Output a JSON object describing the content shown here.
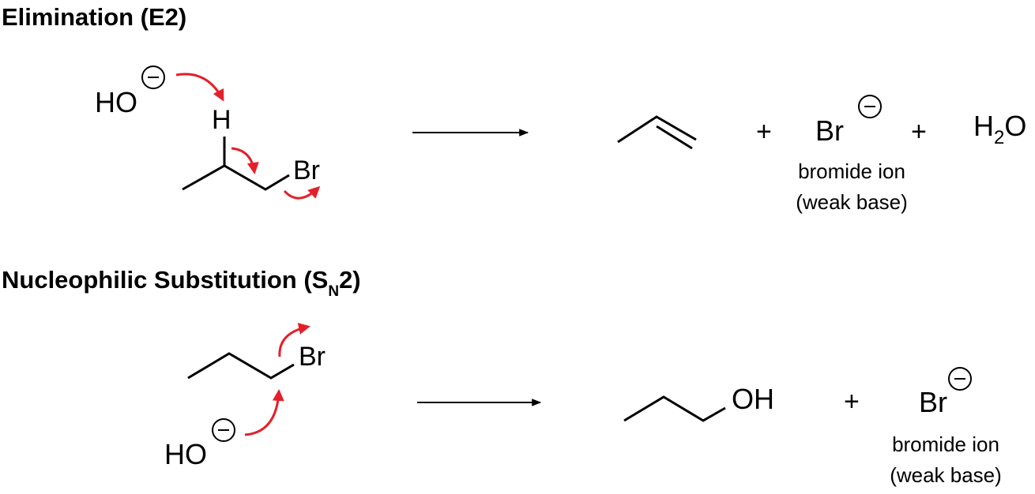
{
  "sections": [
    {
      "title": "Elimination (E2)",
      "title_sub": "",
      "reactants": {
        "nucleophile": "HO",
        "hydrogen": "H",
        "leaving_group": "Br"
      },
      "products": [
        {
          "name": "propene",
          "label": ""
        },
        {
          "name": "bromide",
          "text": "Br",
          "caption_line1": "bromide ion",
          "caption_line2": "(weak base)"
        },
        {
          "name": "water",
          "text_main": "H",
          "text_sub": "2",
          "text_end": "O"
        }
      ],
      "plus": "+"
    },
    {
      "title": "Nucleophilic Substitution (S",
      "title_sub": "N",
      "title_end": "2)",
      "reactants": {
        "nucleophile": "HO",
        "leaving_group": "Br"
      },
      "products": [
        {
          "name": "propanol",
          "text": "OH"
        },
        {
          "name": "bromide",
          "text": "Br",
          "caption_line1": "bromide ion",
          "caption_line2": "(weak base)"
        }
      ],
      "plus": "+"
    }
  ],
  "colors": {
    "arrow_curved": "#e3202a",
    "bonds": "#000000"
  }
}
